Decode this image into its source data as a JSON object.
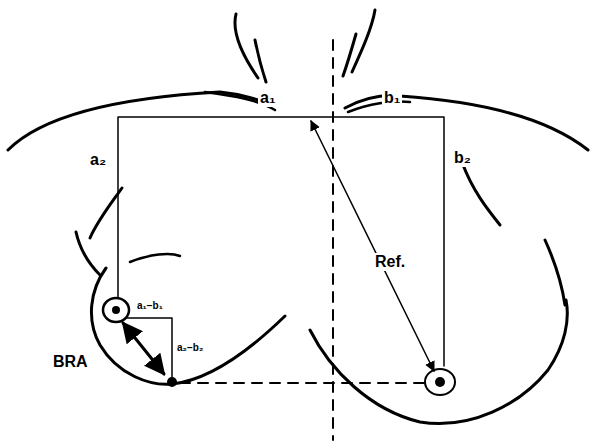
{
  "diagram": {
    "labels": [
      "a₁",
      "b₁",
      "a₂",
      "b₂",
      "Ref.",
      "a₁−b₁",
      "a₂−b₂",
      "BRA"
    ]
  }
}
